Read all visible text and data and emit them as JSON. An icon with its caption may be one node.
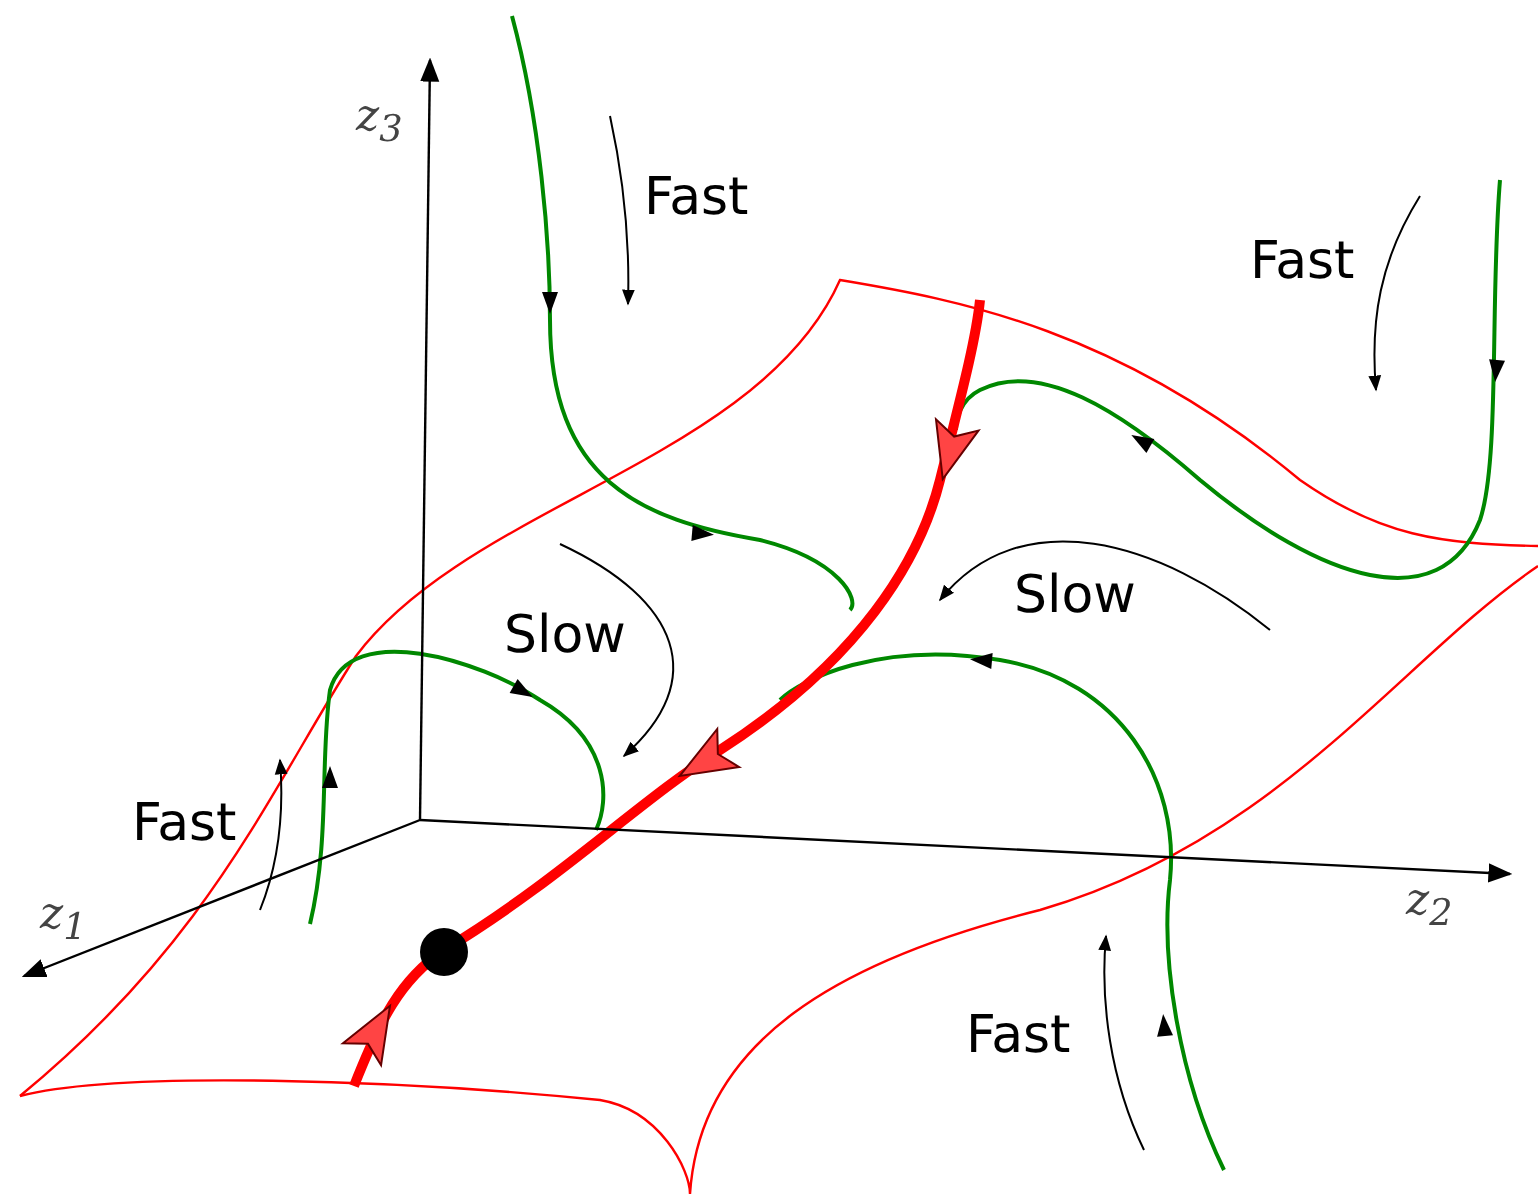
{
  "diagram": {
    "labels": [
      "z$_{3}$",
      "Fast",
      "Fast",
      "Slow",
      "Slow",
      "Fast",
      "z$_{1}$",
      "z$_{2}$",
      "Fast"
    ]
  }
}
